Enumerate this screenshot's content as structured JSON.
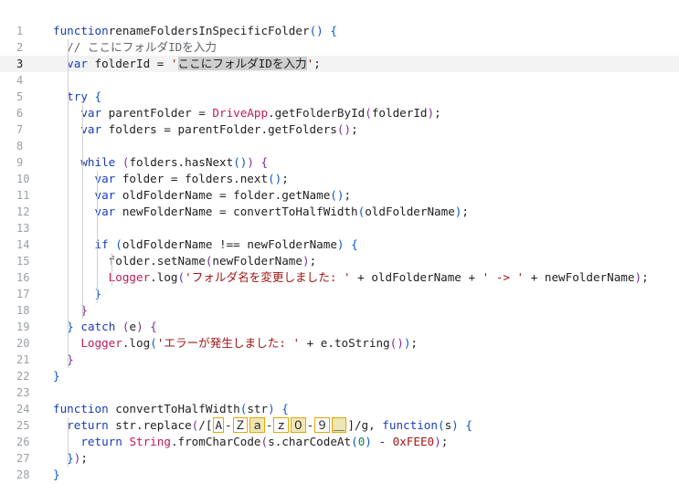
{
  "editor": {
    "current_line": 3,
    "lines": [
      {
        "n": "1",
        "tokens": [
          [
            "kw",
            "function"
          ],
          [
            "",
            "renameFoldersInSpecificFolder"
          ],
          [
            "br1",
            "()"
          ],
          [
            "",
            ""
          ],
          [
            "br1",
            " {"
          ]
        ]
      },
      {
        "n": "2",
        "tokens": [
          [
            "",
            ""
          ],
          [
            "cmt",
            "  // ここにフォルダIDを入力"
          ]
        ]
      },
      {
        "n": "3",
        "tokens": [
          [
            "",
            "  "
          ],
          [
            "kw",
            "var"
          ],
          [
            "",
            " folderId = "
          ],
          [
            "str",
            "'"
          ],
          [
            "sel",
            "ここにフォルダIDを入力"
          ],
          [
            "str",
            "'"
          ],
          [
            "",
            ";"
          ]
        ]
      },
      {
        "n": "4",
        "tokens": []
      },
      {
        "n": "5",
        "tokens": [
          [
            "",
            "  "
          ],
          [
            "kw",
            "try"
          ],
          [
            "br1",
            " {"
          ]
        ]
      },
      {
        "n": "6",
        "tokens": [
          [
            "",
            "    "
          ],
          [
            "kw",
            "var"
          ],
          [
            "",
            " parentFolder = "
          ],
          [
            "cls",
            "DriveApp"
          ],
          [
            "",
            ".getFolderById"
          ],
          [
            "br2",
            "("
          ],
          [
            "",
            "folderId"
          ],
          [
            "br2",
            ")"
          ],
          [
            "",
            ";"
          ]
        ]
      },
      {
        "n": "7",
        "tokens": [
          [
            "",
            "    "
          ],
          [
            "kw",
            "var"
          ],
          [
            "",
            " folders = parentFolder.getFolders"
          ],
          [
            "br2",
            "()"
          ],
          [
            "",
            ";"
          ]
        ]
      },
      {
        "n": "8",
        "tokens": []
      },
      {
        "n": "9",
        "tokens": [
          [
            "",
            "    "
          ],
          [
            "kw",
            "while"
          ],
          [
            "",
            " "
          ],
          [
            "br2",
            "("
          ],
          [
            "",
            "folders.hasNext"
          ],
          [
            "br1",
            "()"
          ],
          [
            "br2",
            ")"
          ],
          [
            "br2",
            " {"
          ]
        ]
      },
      {
        "n": "10",
        "tokens": [
          [
            "",
            "      "
          ],
          [
            "kw",
            "var"
          ],
          [
            "",
            " folder = folders.next"
          ],
          [
            "br1",
            "()"
          ],
          [
            "",
            ";"
          ]
        ]
      },
      {
        "n": "11",
        "tokens": [
          [
            "",
            "      "
          ],
          [
            "kw",
            "var"
          ],
          [
            "",
            " oldFolderName = folder.getName"
          ],
          [
            "br1",
            "()"
          ],
          [
            "",
            ";"
          ]
        ]
      },
      {
        "n": "12",
        "tokens": [
          [
            "",
            "      "
          ],
          [
            "kw",
            "var"
          ],
          [
            "",
            " newFolderName = convertToHalfWidth"
          ],
          [
            "br1",
            "("
          ],
          [
            "",
            "oldFolderName"
          ],
          [
            "br1",
            ")"
          ],
          [
            "",
            ";"
          ]
        ]
      },
      {
        "n": "13",
        "tokens": []
      },
      {
        "n": "14",
        "tokens": [
          [
            "",
            "      "
          ],
          [
            "kw",
            "if"
          ],
          [
            "",
            " "
          ],
          [
            "br1",
            "("
          ],
          [
            "",
            "oldFolderName !== newFolderName"
          ],
          [
            "br1",
            ")"
          ],
          [
            "br1",
            " {"
          ]
        ]
      },
      {
        "n": "15",
        "tokens": [
          [
            "",
            "        folder.setName"
          ],
          [
            "br2",
            "("
          ],
          [
            "",
            "newFolderName"
          ],
          [
            "br2",
            ")"
          ],
          [
            "",
            ";"
          ]
        ]
      },
      {
        "n": "16",
        "tokens": [
          [
            "",
            "        "
          ],
          [
            "cls",
            "Logger"
          ],
          [
            "",
            ".log"
          ],
          [
            "br2",
            "("
          ],
          [
            "str",
            "'フォルダ名を変更しました: '"
          ],
          [
            "",
            " + oldFolderName + "
          ],
          [
            "str",
            "' -> '"
          ],
          [
            "",
            " + newFolderName"
          ],
          [
            "br2",
            ")"
          ],
          [
            "",
            ";"
          ]
        ]
      },
      {
        "n": "17",
        "tokens": [
          [
            "",
            "      "
          ],
          [
            "br1",
            "}"
          ]
        ]
      },
      {
        "n": "18",
        "tokens": [
          [
            "",
            "    "
          ],
          [
            "br2",
            "}"
          ]
        ]
      },
      {
        "n": "19",
        "tokens": [
          [
            "",
            "  "
          ],
          [
            "br1",
            "}"
          ],
          [
            "",
            " "
          ],
          [
            "kw",
            "catch"
          ],
          [
            "",
            " "
          ],
          [
            "br2",
            "("
          ],
          [
            "",
            "e"
          ],
          [
            "br2",
            ")"
          ],
          [
            "br2",
            " {"
          ]
        ]
      },
      {
        "n": "20",
        "tokens": [
          [
            "",
            "    "
          ],
          [
            "cls",
            "Logger"
          ],
          [
            "",
            ".log"
          ],
          [
            "br1",
            "("
          ],
          [
            "str",
            "'エラーが発生しました: '"
          ],
          [
            "",
            " + e.toString"
          ],
          [
            "br2",
            "()"
          ],
          [
            "br1",
            ")"
          ],
          [
            "",
            ";"
          ]
        ]
      },
      {
        "n": "21",
        "tokens": [
          [
            "",
            "  "
          ],
          [
            "br2",
            "}"
          ]
        ]
      },
      {
        "n": "22",
        "tokens": [
          [
            "br1",
            "}"
          ]
        ]
      },
      {
        "n": "23",
        "tokens": []
      },
      {
        "n": "24",
        "tokens": [
          [
            "kw",
            "function"
          ],
          [
            "",
            " convertToHalfWidth"
          ],
          [
            "br1",
            "("
          ],
          [
            "",
            "str"
          ],
          [
            "br1",
            ")"
          ],
          [
            "br1",
            " {"
          ]
        ]
      },
      {
        "n": "25",
        "tokens": [
          [
            "",
            "  "
          ],
          [
            "kw",
            "return"
          ],
          [
            "",
            " str.replace"
          ],
          [
            "br2",
            "("
          ],
          [
            "",
            "/["
          ],
          [
            "rx",
            "A"
          ],
          [
            "",
            "-"
          ],
          [
            "rx",
            "Ｚ"
          ],
          [
            "rxb",
            "ａ"
          ],
          [
            "",
            "-"
          ],
          [
            "rx",
            "ｚ"
          ],
          [
            "rxb",
            "０"
          ],
          [
            "",
            "-"
          ],
          [
            "rx",
            "９"
          ],
          [
            "rxb",
            "＿"
          ],
          [
            "",
            "]/g, "
          ],
          [
            "kw",
            "function"
          ],
          [
            "br1",
            "("
          ],
          [
            "",
            "s"
          ],
          [
            "br1",
            ")"
          ],
          [
            "br1",
            " {"
          ]
        ]
      },
      {
        "n": "26",
        "tokens": [
          [
            "",
            "    "
          ],
          [
            "kw",
            "return"
          ],
          [
            "",
            " "
          ],
          [
            "cls",
            "String"
          ],
          [
            "",
            ".fromCharCode"
          ],
          [
            "br2",
            "("
          ],
          [
            "",
            "s.charCodeAt"
          ],
          [
            "br1",
            "("
          ],
          [
            "num",
            "0"
          ],
          [
            "br1",
            ")"
          ],
          [
            "",
            " - "
          ],
          [
            "num2",
            "0xFEE0"
          ],
          [
            "br2",
            ")"
          ],
          [
            "",
            ";"
          ]
        ]
      },
      {
        "n": "27",
        "tokens": [
          [
            "",
            "  "
          ],
          [
            "br1",
            "}"
          ],
          [
            "br2",
            ")"
          ],
          [
            "",
            ";"
          ]
        ]
      },
      {
        "n": "28",
        "tokens": [
          [
            "br1",
            "}"
          ]
        ]
      }
    ]
  }
}
